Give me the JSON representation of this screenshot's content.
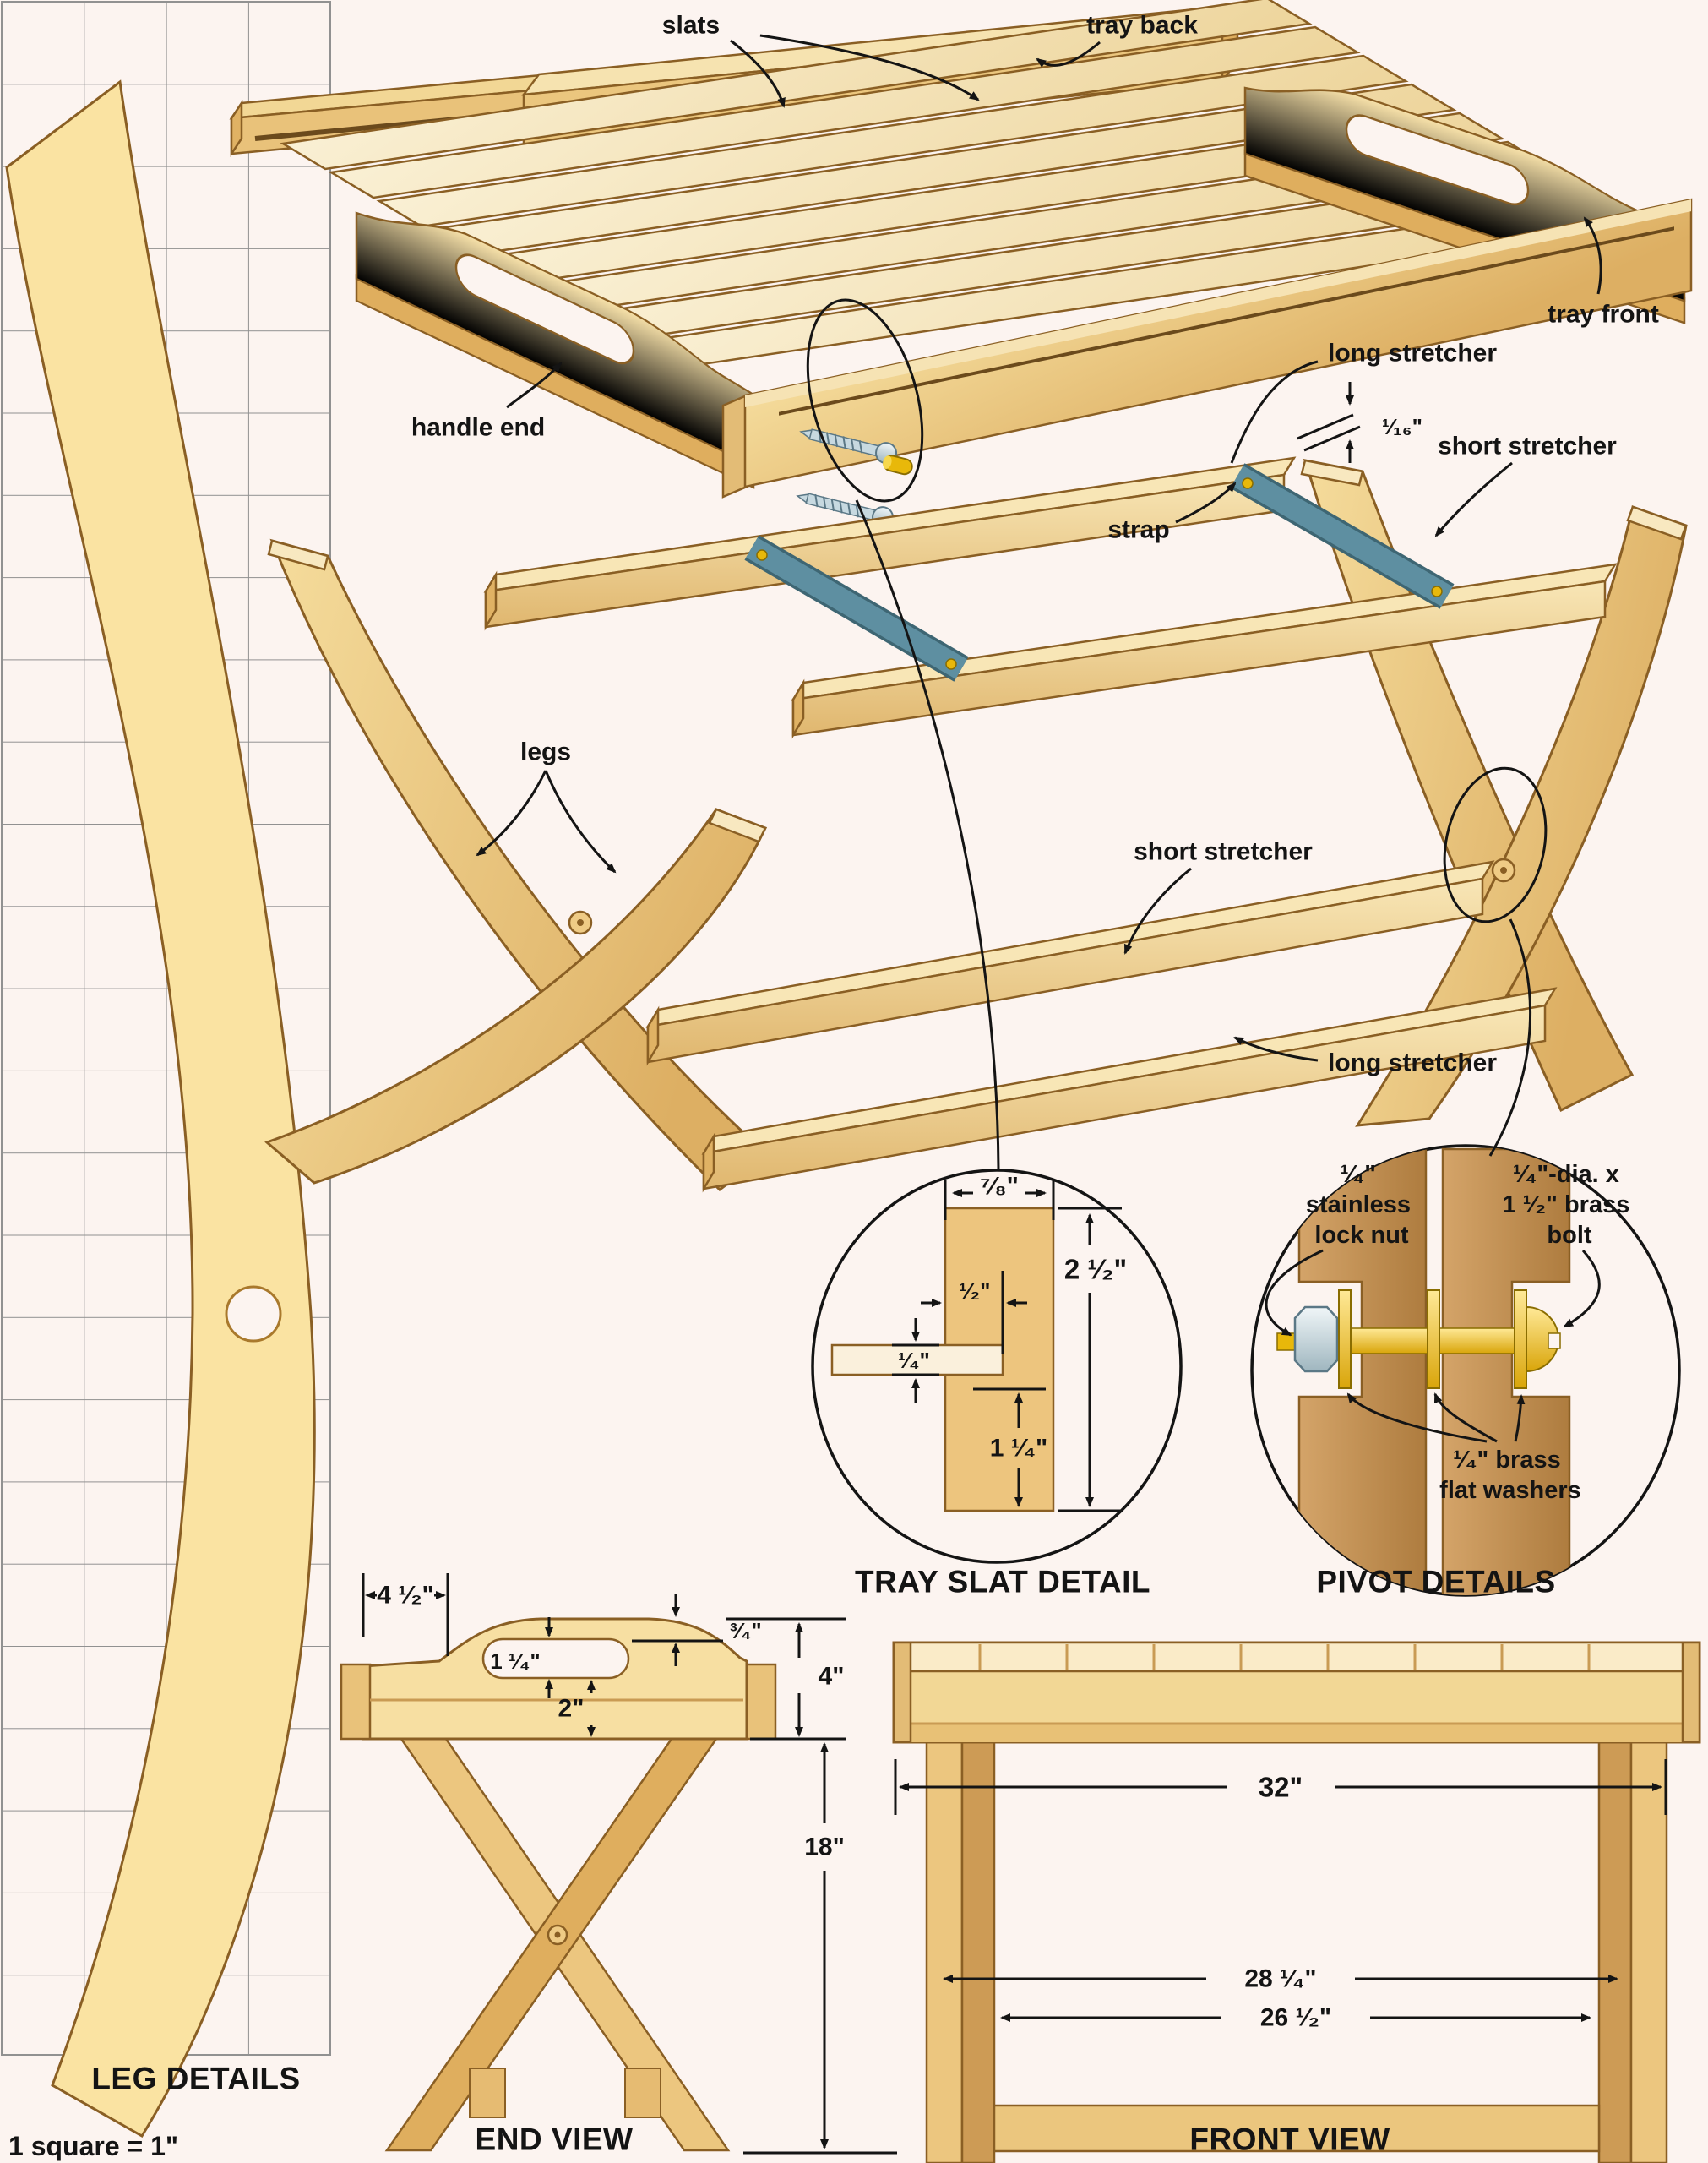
{
  "palette": {
    "background": "#FCF4F0",
    "wood_light": "#FBF0D4",
    "wood_mid": "#EFD195",
    "wood_deep": "#DFAE5E",
    "wood_brown": "#C9965B",
    "outline_brown": "#8A5F24",
    "strap_blue": "#5E8FA1",
    "brass_gold": "#E8B80A",
    "steel": "#C7D9E0",
    "grid_gray": "#919191",
    "ink": "#141414"
  },
  "callouts": {
    "slats": "slats",
    "tray_back": "tray back",
    "tray_front": "tray front",
    "handle_end": "handle end",
    "long_stretcher_top": "long stretcher",
    "gap": "¹⁄₁₆\"",
    "short_stretcher_top": "short stretcher",
    "strap": "strap",
    "legs": "legs",
    "short_stretcher_mid": "short stretcher",
    "long_stretcher_low": "long stretcher"
  },
  "leg_details": {
    "caption": "LEG DETAILS",
    "scale_note": "1 square = 1\""
  },
  "slat_detail": {
    "caption": "TRAY SLAT DETAIL",
    "dims": {
      "width": "⁷⁄₈\"",
      "height": "2 ¹⁄₂\"",
      "groove_depth": "¹⁄₂\"",
      "slat_thickness": "¹⁄₄\"",
      "below_groove": "1 ¹⁄₄\""
    }
  },
  "pivot_detail": {
    "caption": "PIVOT DETAILS",
    "lock_nut": [
      "¹⁄₄\"",
      "stainless",
      "lock nut"
    ],
    "bolt": [
      "¹⁄₄\"-dia. x",
      "1 ¹⁄₂\" brass",
      "bolt"
    ],
    "washers": [
      "¹⁄₄\" brass",
      "flat washers"
    ]
  },
  "end_view": {
    "caption": "END VIEW",
    "dims": {
      "handle_inset": "4 ¹⁄₂\"",
      "handle_hole": "1 ¹⁄₄\"",
      "lip": "³⁄₄\"",
      "tray_height": "4\"",
      "below_handle": "2\"",
      "leg_height": "18\""
    }
  },
  "front_view": {
    "caption": "FRONT VIEW",
    "dims": {
      "tray_width": "32\"",
      "legs_outer": "28 ¹⁄₄\"",
      "legs_inner": "26 ¹⁄₂\""
    }
  }
}
